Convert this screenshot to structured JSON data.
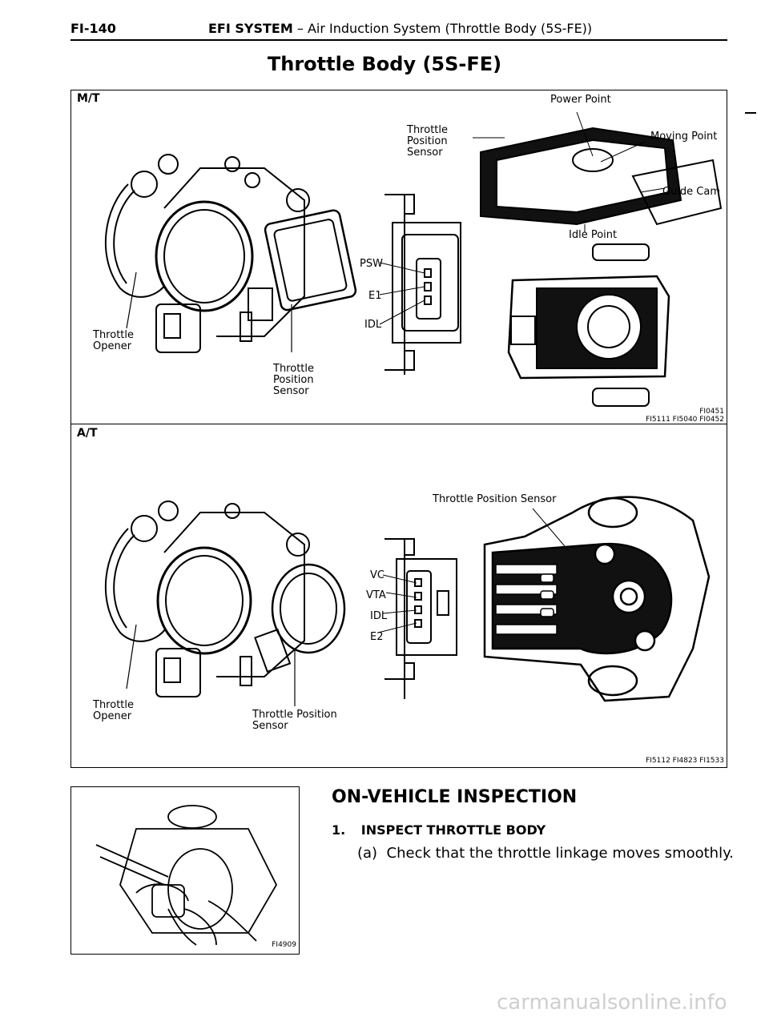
{
  "header": {
    "page_number": "FI-140",
    "section_bold": "EFI SYSTEM",
    "section_rest": " – Air Induction System (Throttle Body (5S-FE))"
  },
  "title": "Throttle Body (5S-FE)",
  "mt_panel": {
    "label": "M/T",
    "labels": {
      "power_point": "Power Point",
      "moving_point": "Moving Point",
      "tps_line1": "Throttle",
      "tps_line2": "Position",
      "tps_line3": "Sensor",
      "guide_cam": "Guide Cam",
      "idle_point": "Idle Point",
      "psw": "PSW",
      "e1": "E1",
      "idl": "IDL",
      "throttle_opener_1": "Throttle",
      "throttle_opener_2": "Opener",
      "tps2_line1": "Throttle",
      "tps2_line2": "Position",
      "tps2_line3": "Sensor"
    },
    "fig_codes": [
      "FI0451",
      "FI5111 FI5040 FI0452"
    ]
  },
  "at_panel": {
    "label": "A/T",
    "labels": {
      "tps": "Throttle Position Sensor",
      "vc": "VC",
      "vta": "VTA",
      "idl": "IDL",
      "e2": "E2",
      "throttle_opener_1": "Throttle",
      "throttle_opener_2": "Opener",
      "tps2_line1": "Throttle Position",
      "tps2_line2": "Sensor"
    },
    "fig_code": "FI5112 FI4823 FI1533"
  },
  "inspection": {
    "fig_code": "FI4909",
    "heading": "ON-VEHICLE INSPECTION",
    "step_number": "1.",
    "step_title": "INSPECT THROTTLE BODY",
    "substep": "(a)  Check that the throttle linkage moves smoothly."
  },
  "watermark": "carmanualsonline.info"
}
